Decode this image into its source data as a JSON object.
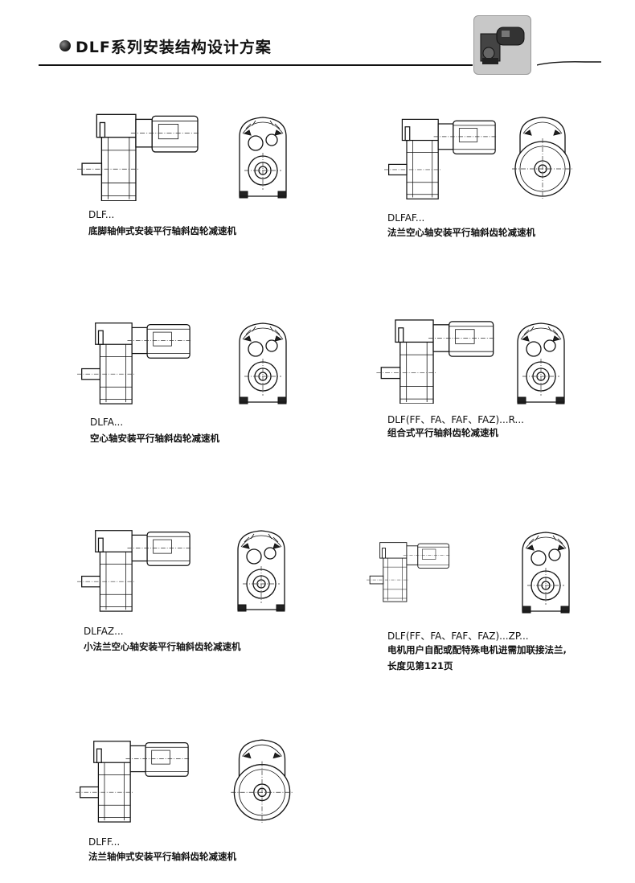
{
  "page": {
    "title": "DLF系列安装结构设计方案"
  },
  "items": [
    {
      "code": "DLF...",
      "description": "底脚轴伸式安装平行轴斜齿轮减速机"
    },
    {
      "code": "DLFAF...",
      "description": "法兰空心轴安装平行轴斜齿轮减速机"
    },
    {
      "code": "DLFA...",
      "description": "空心轴安装平行轴斜齿轮减速机"
    },
    {
      "code": "DLF(FF、FA、FAF、FAZ)...R...",
      "description": "组合式平行轴斜齿轮减速机"
    },
    {
      "code": "DLFAZ...",
      "description": "小法兰空心轴安装平行轴斜齿轮减速机"
    },
    {
      "code": "DLF(FF、FA、FAF、FAZ)...ZP...",
      "description": "电机用户自配或配特殊电机进需加联接法兰,",
      "description2": "长度见第121页"
    },
    {
      "code": "DLFF...",
      "description": "法兰轴伸式安装平行轴斜齿轮减速机"
    }
  ],
  "icons": {
    "header_bullet": "half-filled-circle-icon",
    "header_logo": "gear-motor-photo-icon"
  }
}
